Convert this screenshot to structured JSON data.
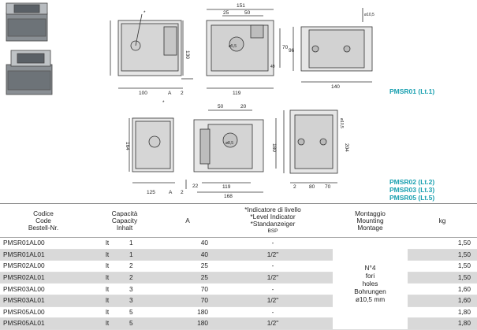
{
  "labels": {
    "series_1": "PMSR01 (Lt.1)",
    "series_2": "PMSR02 (Lt.2)",
    "series_3": "PMSR03 (Lt.3)",
    "series_5": "PMSR05 (Lt.5)"
  },
  "dimensions": {
    "top": {
      "d151": "151",
      "d50a": "50",
      "d25": "25",
      "d130": "130",
      "dA": "A",
      "d2": "2",
      "d100": "100",
      "d119": "119",
      "d70": "70",
      "d96": "96",
      "d140": "140",
      "d105": "ø10,5",
      "d49": "49",
      "d65": "ø5,5",
      "star": "*"
    },
    "bottom": {
      "d50": "50",
      "d20": "20",
      "d164": "164",
      "d180": "180",
      "d204": "204",
      "d22": "22",
      "d119": "119",
      "d168": "168",
      "d125": "125",
      "dA": "A",
      "d2": "2",
      "d105": "ø10,5",
      "d80": "80",
      "d70": "70",
      "d2b": "2",
      "d85": "ø8,5",
      "star": "*"
    }
  },
  "table": {
    "headers": {
      "code": [
        "Codice",
        "Code",
        "Bestell-Nr."
      ],
      "capacity": [
        "Capacità",
        "Capacity",
        "Inhalt"
      ],
      "a": "A",
      "indicator": [
        "*Indicatore di livello",
        "*Level Indicator",
        "*Standanzeiger"
      ],
      "indicator_sub": "BSP",
      "mounting": [
        "Montaggio",
        "Mounting",
        "Montage"
      ],
      "kg": "kg"
    },
    "mounting_note": [
      "N°4",
      "fori",
      "holes",
      "Bohrungen",
      "ø10,5 mm"
    ],
    "rows": [
      {
        "code": "PMSR01AL00",
        "unit": "lt",
        "cap": "1",
        "a": "40",
        "ind": "-",
        "kg": "1,50"
      },
      {
        "code": "PMSR01AL01",
        "unit": "lt",
        "cap": "1",
        "a": "40",
        "ind": "1/2\"",
        "kg": "1,50"
      },
      {
        "code": "PMSR02AL00",
        "unit": "lt",
        "cap": "2",
        "a": "25",
        "ind": "-",
        "kg": "1,50"
      },
      {
        "code": "PMSR02AL01",
        "unit": "lt",
        "cap": "2",
        "a": "25",
        "ind": "1/2\"",
        "kg": "1,50"
      },
      {
        "code": "PMSR03AL00",
        "unit": "lt",
        "cap": "3",
        "a": "70",
        "ind": "-",
        "kg": "1,60"
      },
      {
        "code": "PMSR03AL01",
        "unit": "lt",
        "cap": "3",
        "a": "70",
        "ind": "1/2\"",
        "kg": "1,60"
      },
      {
        "code": "PMSR05AL00",
        "unit": "lt",
        "cap": "5",
        "a": "180",
        "ind": "-",
        "kg": "1,80"
      },
      {
        "code": "PMSR05AL01",
        "unit": "lt",
        "cap": "5",
        "a": "180",
        "ind": "1/2\"",
        "kg": "1,80"
      }
    ]
  }
}
